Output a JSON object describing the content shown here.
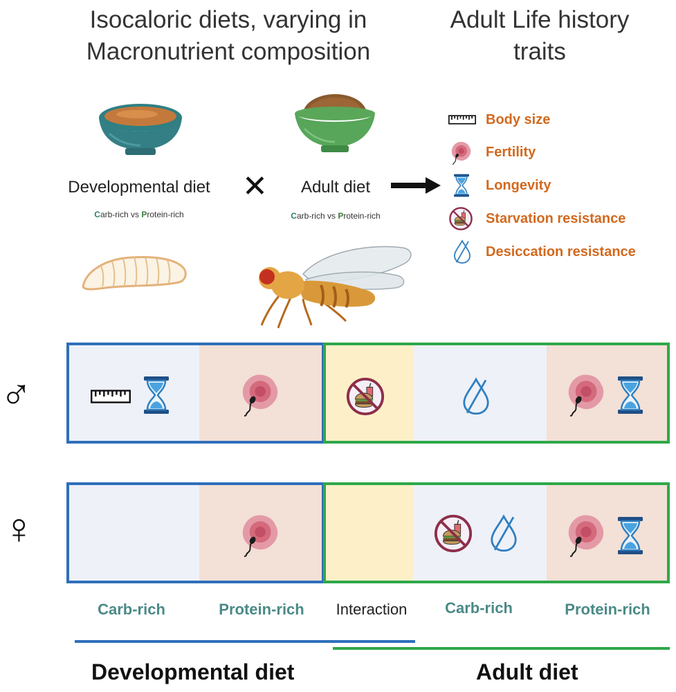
{
  "header": {
    "left_title_line1": "Isocaloric diets, varying in",
    "left_title_line2": "Macronutrient composition",
    "right_title_line1": "Adult Life history",
    "right_title_line2": "traits"
  },
  "diets": {
    "developmental": {
      "label": "Developmental diet",
      "sub_carb_first": "C",
      "sub_carb_rest": "arb-rich vs ",
      "sub_prot_first": "P",
      "sub_prot_rest": "rotein-rich"
    },
    "adult": {
      "label": "Adult diet",
      "sub_carb_first": "C",
      "sub_carb_rest": "arb-rich vs ",
      "sub_prot_first": "P",
      "sub_prot_rest": "rotein-rich"
    },
    "cross_symbol": "✕"
  },
  "legend": [
    {
      "icon": "ruler-icon",
      "label": "Body size"
    },
    {
      "icon": "sperm-egg-icon",
      "label": "Fertility"
    },
    {
      "icon": "hourglass-icon",
      "label": "Longevity"
    },
    {
      "icon": "no-food-icon",
      "label": "Starvation resistance"
    },
    {
      "icon": "no-water-drop-icon",
      "label": "Desiccation resistance"
    }
  ],
  "sex_symbols": {
    "male": "♂",
    "female": "♀"
  },
  "columns": {
    "dev_carb": "Carb-rich",
    "dev_protein": "Protein-rich",
    "interaction": "Interaction",
    "adult_carb": "Carb-rich",
    "adult_protein": "Protein-rich"
  },
  "bottom": {
    "developmental": "Developmental diet",
    "adult": "Adult diet"
  },
  "colors": {
    "carb_cell": "#eef1f8",
    "protein_cell": "#f3e0d6",
    "interaction_cell": "#fdf0c8",
    "dev_frame": "#2f6fba",
    "adult_frame": "#2fa84a",
    "trait_text": "#d2691e",
    "column_label": "#4a8a86"
  }
}
